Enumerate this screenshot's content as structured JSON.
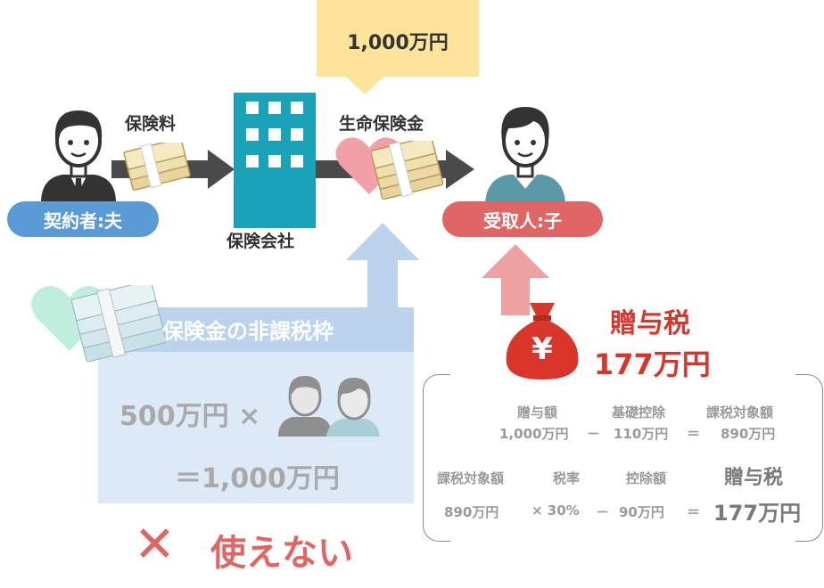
{
  "payout_amount": "1,000万円",
  "contractor_label": "契約者:夫",
  "premium_label": "保険料",
  "insurer_label": "保険会社",
  "life_insurance_label": "生命保険金",
  "recipient_label": "受取人:子",
  "exemption": {
    "title": "保険金の非課税枠",
    "formula_line1": "500万円 ×",
    "formula_line2": "＝1,000万円",
    "unavailable_mark": "✕",
    "unavailable_text": "使えない"
  },
  "gift_tax": {
    "yen_symbol": "¥",
    "title": "贈与税",
    "amount": "177万円",
    "row1_headers": [
      "贈与額",
      "基礎控除",
      "課税対象額"
    ],
    "row1_values": [
      "1,000万円",
      "－",
      "110万円",
      "＝",
      "890万円"
    ],
    "row2_headers": [
      "課税対象額",
      "税率",
      "控除額",
      "贈与税"
    ],
    "row2_values": [
      "890万円",
      "× 30%",
      "－",
      "90万円",
      "＝",
      "177万円"
    ]
  },
  "colors": {
    "contractor_pill": "#5b9bd5",
    "recipient_pill": "#e06666",
    "building": "#1aa3b8",
    "callout": "#fde49a",
    "arrow": "#4a4a4a",
    "exemption_box": "#dce9f7",
    "exemption_header": "#bcd3ee",
    "tax_red": "#d9362b",
    "up_arrow_red": "#eea3a3"
  }
}
